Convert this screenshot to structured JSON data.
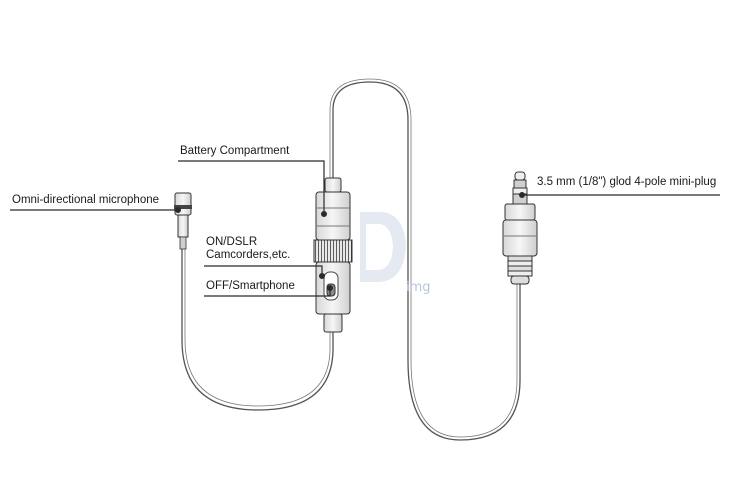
{
  "labels": {
    "battery": "Battery Compartment",
    "microphone": "Omni-directional microphone",
    "on_line1": "ON/DSLR",
    "on_line2": "Camcorders,etc.",
    "off": "OFF/Smartphone",
    "plug": "3.5 mm (1/8\") glod 4-pole mini-plug"
  },
  "watermark": {
    "text": "img",
    "color": "#b9c3dc"
  },
  "colors": {
    "line": "#2a2a2a",
    "cable": "#555555",
    "knurl": "#3a3a3a"
  }
}
